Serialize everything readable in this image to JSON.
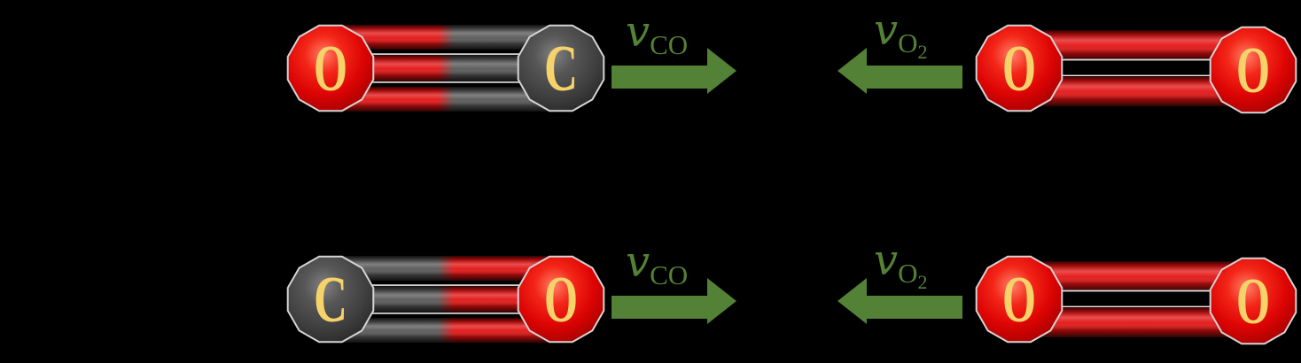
{
  "figure": {
    "name": "co-oxidation-reaction-scheme",
    "background_color": "#000000",
    "colors": {
      "oxygen_red": "#e41111",
      "carbon_gray": "#4a4a4a",
      "arrow_green": "#538135",
      "atom_label_gold": "#f5d36a",
      "atom_outline": "#d4d4d4"
    }
  },
  "rows": [
    {
      "reactant": {
        "name": "carbon-monoxide",
        "bond_order": 3,
        "atoms": [
          {
            "element": "O"
          },
          {
            "element": "C"
          }
        ]
      },
      "forward_arrow": {
        "direction": "right",
        "label_variable": "v",
        "label_subscript": "CO"
      },
      "reverse_arrow": {
        "direction": "left",
        "label_variable": "v",
        "label_subscript": "O",
        "label_subsubscript": "2"
      },
      "oxidant": {
        "name": "oxygen",
        "bond_order": 2,
        "atoms": [
          {
            "element": "O"
          },
          {
            "element": "O"
          }
        ]
      }
    },
    {
      "reactant": {
        "name": "carbon-monoxide",
        "bond_order": 3,
        "atoms": [
          {
            "element": "C"
          },
          {
            "element": "O"
          }
        ]
      },
      "forward_arrow": {
        "direction": "right",
        "label_variable": "v",
        "label_subscript": "CO"
      },
      "reverse_arrow": {
        "direction": "left",
        "label_variable": "v",
        "label_subscript": "O",
        "label_subsubscript": "2"
      },
      "oxidant": {
        "name": "oxygen",
        "bond_order": 2,
        "atoms": [
          {
            "element": "O"
          },
          {
            "element": "O"
          }
        ]
      }
    }
  ]
}
